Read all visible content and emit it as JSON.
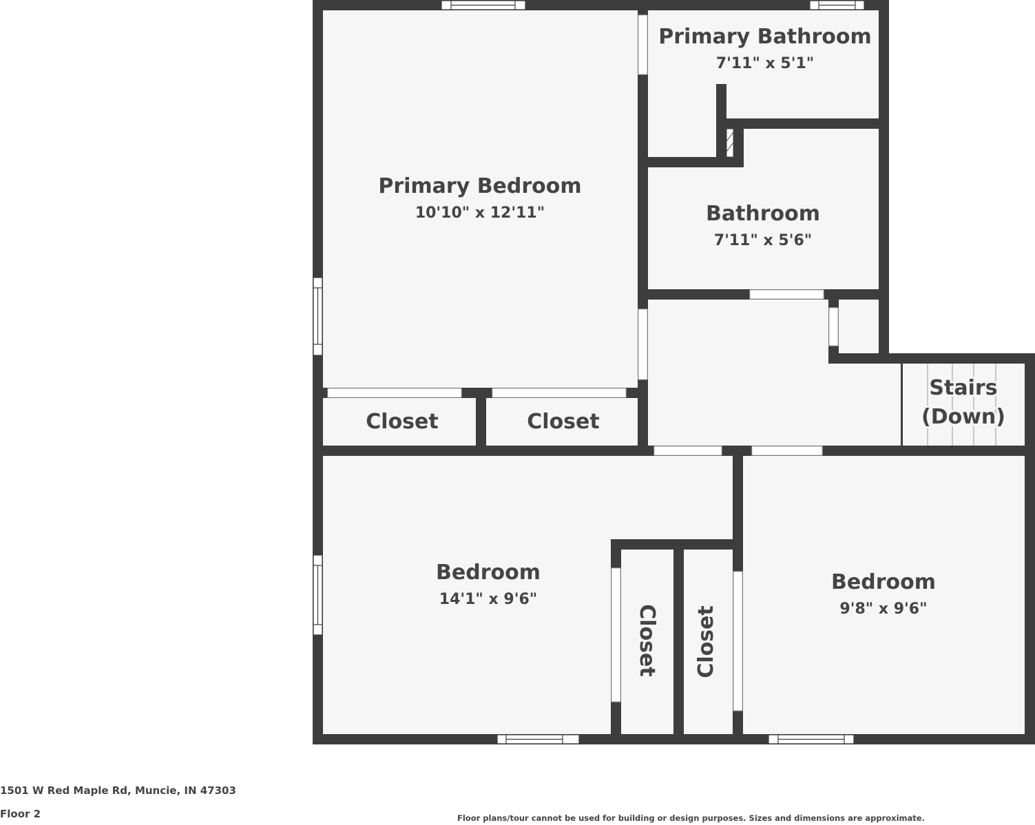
{
  "floorplan": {
    "rooms": [
      {
        "id": "primary-bedroom",
        "name": "Primary Bedroom",
        "dimensions": "10'10\" x 12'11\""
      },
      {
        "id": "primary-bathroom",
        "name": "Primary Bathroom",
        "dimensions": "7'11\" x 5'1\""
      },
      {
        "id": "bathroom",
        "name": "Bathroom",
        "dimensions": "7'11\" x 5'6\""
      },
      {
        "id": "closet-1",
        "name": "Closet"
      },
      {
        "id": "closet-2",
        "name": "Closet"
      },
      {
        "id": "stairs",
        "name_line1": "Stairs",
        "name_line2": "(Down)"
      },
      {
        "id": "bedroom-west",
        "name": "Bedroom",
        "dimensions": "14'1\" x 9'6\""
      },
      {
        "id": "closet-3",
        "name": "Closet"
      },
      {
        "id": "closet-4",
        "name": "Closet"
      },
      {
        "id": "bedroom-east",
        "name": "Bedroom",
        "dimensions": "9'8\" x 9'6\""
      }
    ],
    "colors": {
      "wall": "#3d3d3d",
      "floor": "#f6f6f6",
      "text": "#444444",
      "background": "#ffffff"
    }
  },
  "footer": {
    "address": "1501 W Red Maple Rd, Muncie, IN 47303",
    "floor": "Floor 2",
    "disclaimer": "Floor plans/tour cannot be used for building or design purposes. Sizes and dimensions are approximate."
  }
}
